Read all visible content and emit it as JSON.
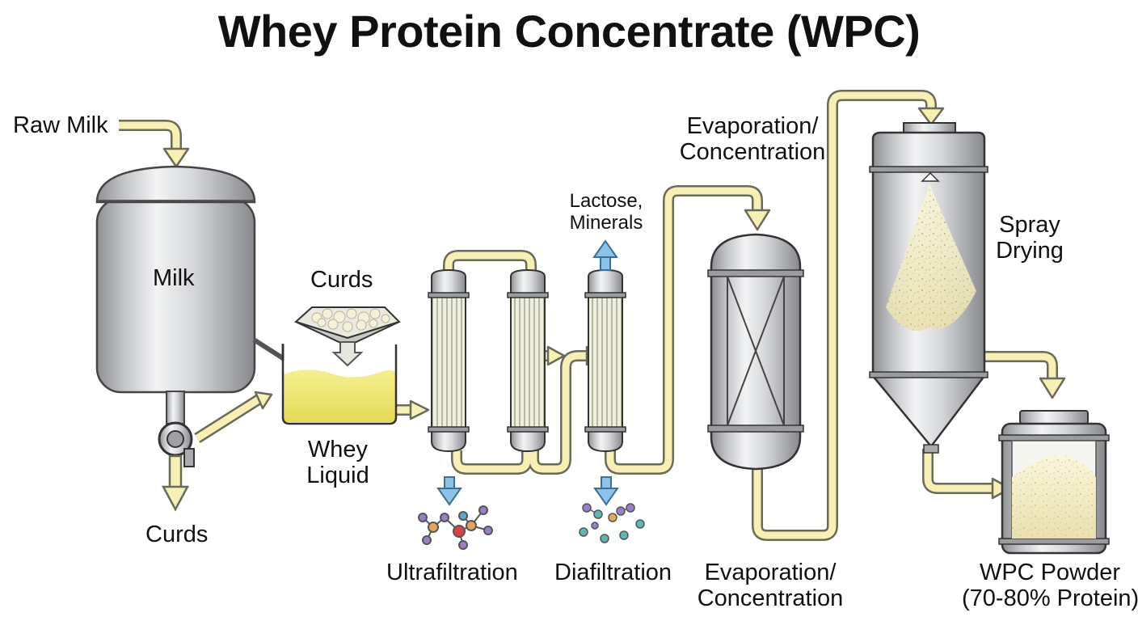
{
  "title": "Whey Protein Concentrate (WPC)",
  "labels": {
    "raw_milk": "Raw Milk",
    "milk": "Milk",
    "curds_top": "Curds",
    "curds_bottom": "Curds",
    "whey_liquid_line1": "Whey",
    "whey_liquid_line2": "Liquid",
    "lactose_line1": "Lactose,",
    "lactose_line2": "Minerals",
    "ultrafiltration": "Ultrafiltration",
    "diafiltration": "Diafiltration",
    "evap_top_line1": "Evaporation/",
    "evap_top_line2": "Concentration",
    "evap_bottom_line1": "Evaporation/",
    "evap_bottom_line2": "Concentration",
    "spray_line1": "Spray",
    "spray_line2": "Drying",
    "wpc_line1": "WPC Powder",
    "wpc_line2": "(70-80% Protein)"
  },
  "colors": {
    "pipe_fill": "#f7efb3",
    "pipe_outline": "#6a6a5a",
    "whey_liquid": "#eee56a",
    "permeate_arrow": "#8cc3e8",
    "steel": "#c7c9cc",
    "powder": "#efe8b8"
  }
}
